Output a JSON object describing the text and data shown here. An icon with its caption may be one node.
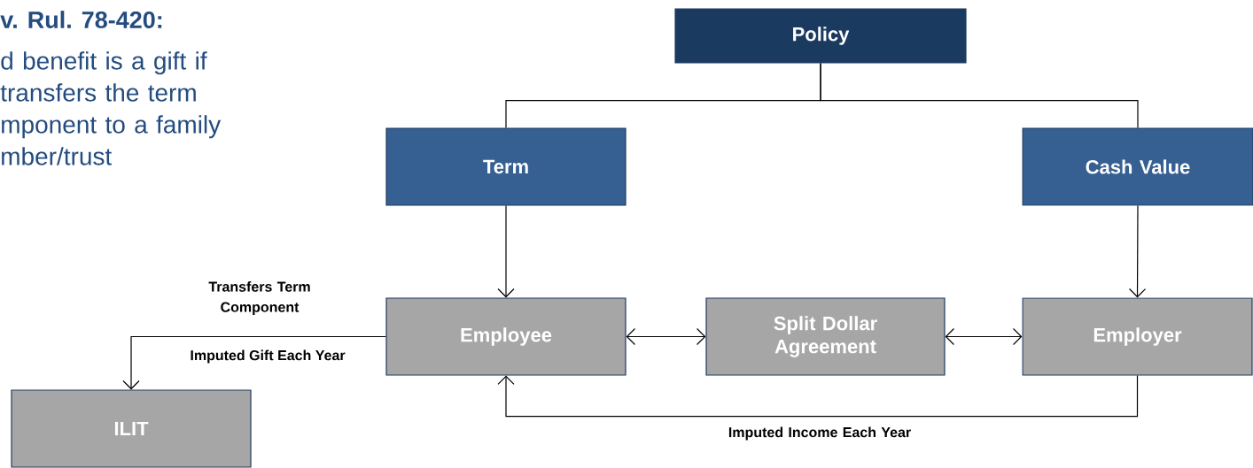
{
  "diagram": {
    "nodes": [
      {
        "text": [
          "Policy"
        ]
      },
      {
        "text": [
          "Term"
        ]
      },
      {
        "text": [
          "Cash Value"
        ]
      },
      {
        "text": [
          "Employee"
        ]
      },
      {
        "text": [
          "Split Dollar Agreement"
        ]
      },
      {
        "text": [
          "Employer"
        ]
      },
      {
        "text": [
          "ILIT"
        ]
      }
    ],
    "edges": [
      {
        "from": 0,
        "to": 1,
        "arrow": "none"
      },
      {
        "from": 0,
        "to": 2,
        "arrow": "none"
      },
      {
        "from": 1,
        "to": 3,
        "arrow": "to"
      },
      {
        "from": 2,
        "to": 5,
        "arrow": "to"
      },
      {
        "from": 3,
        "to": 4,
        "arrow": "both"
      },
      {
        "from": 4,
        "to": 5,
        "arrow": "both"
      },
      {
        "from": 5,
        "to": 3,
        "arrow": "to",
        "label": "Imputed Income Each Year"
      },
      {
        "from": 3,
        "to": 6,
        "arrow": "to",
        "label": "Transfers Term Component"
      }
    ],
    "labels": [
      "v. Rul. 78-420:",
      "d benefit is a gift if transfers the term mponent to a family mber/trust",
      "Imputed Gift Each Year"
    ]
  }
}
